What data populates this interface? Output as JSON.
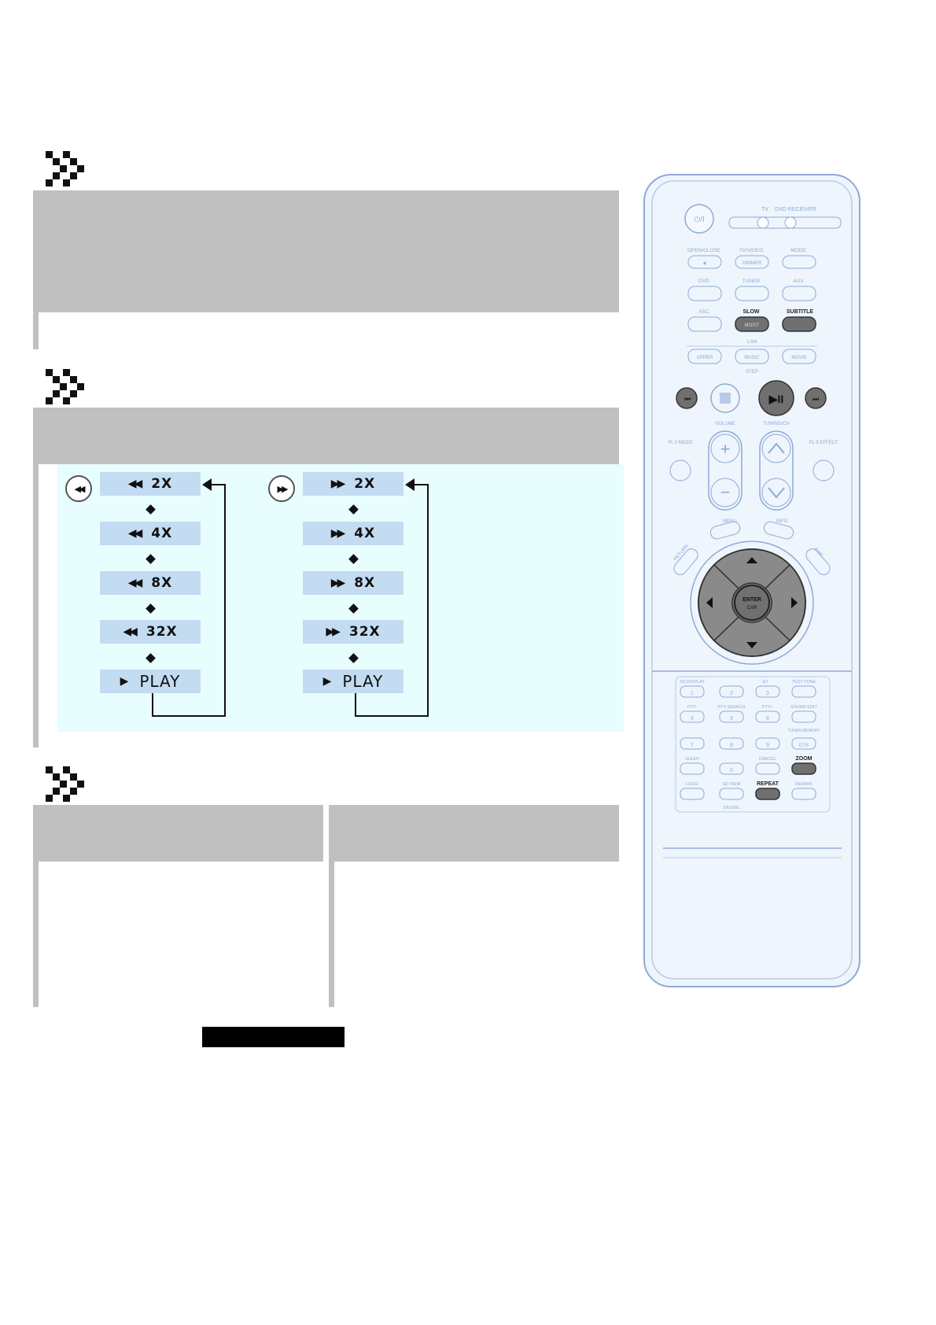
{
  "sections": [
    {
      "id": "slow"
    },
    {
      "id": "search"
    },
    {
      "id": "zoom-repeat"
    }
  ],
  "reverse_sequence": {
    "button_icon": "skip-back-icon",
    "steps": [
      {
        "glyph": "◀◀",
        "label": "2X"
      },
      {
        "glyph": "◀◀",
        "label": "4X"
      },
      {
        "glyph": "◀◀",
        "label": "8X"
      },
      {
        "glyph": "◀◀",
        "label": "32X"
      },
      {
        "glyph": "▶",
        "label": "PLAY"
      }
    ]
  },
  "forward_sequence": {
    "button_icon": "skip-forward-icon",
    "steps": [
      {
        "glyph": "▶▶",
        "label": "2X"
      },
      {
        "glyph": "▶▶",
        "label": "4X"
      },
      {
        "glyph": "▶▶",
        "label": "8X"
      },
      {
        "glyph": "▶▶",
        "label": "32X"
      },
      {
        "glyph": "▶",
        "label": "PLAY"
      }
    ]
  },
  "remote": {
    "top_labels": {
      "tv": "TV",
      "dvd_receiver": "DVD RECEIVER"
    },
    "row1": [
      "OPEN/CLOSE",
      "TV/VIDEO",
      "MODE"
    ],
    "row1_btn_text": [
      "▲",
      "DIMMER",
      ""
    ],
    "row2": [
      "DVD",
      "TUNER",
      "AUX"
    ],
    "row3": [
      "ASC",
      "SLOW",
      "SUBTITLE"
    ],
    "row3_btn_text": [
      "",
      "MO/ST",
      ""
    ],
    "pl_label": "LSM",
    "row4": [
      "UPPER",
      "MUSIC",
      "MOVIE"
    ],
    "step_label": "STEP",
    "vol_label": "VOLUME",
    "tuning_label": "TUNING/CH",
    "pl2_mode": "PL II MODE",
    "pl2_effect": "PL II EFFECT",
    "menu": "MENU",
    "info": "INFO",
    "return": "RETURN",
    "exit": "EXIT",
    "enter": "ENTER",
    "enter_sub": "CAR",
    "num_row_labels": [
      "SD DISPLAY",
      "EZ",
      "TEST TONE"
    ],
    "num_row2_labels": [
      "PTY-",
      "PTY SEARCH",
      "PTY+",
      "SOUND EDIT"
    ],
    "numbers": [
      "1",
      "2",
      "3",
      "4",
      "5",
      "6",
      "7",
      "8",
      "9",
      "0"
    ],
    "sleep": "SLEEP",
    "cancel": "CANCEL",
    "zoom": "ZOOM",
    "logo": "LOGO",
    "sd_view": "SD VIEW",
    "repeat": "REPEAT",
    "remain": "REMAIN",
    "digital": "DIGITAL",
    "tuner_memory": "TUNER MEMORY",
    "dts": "DTS"
  },
  "colors": {
    "gray_box": "#c0c0c0",
    "panel_bg": "#e8fdfd",
    "step_bg": "#c4dcf2",
    "remote_outline": "#8fa9d6",
    "remote_bg": "#eef5fc",
    "highlight_btn": "#707070"
  }
}
